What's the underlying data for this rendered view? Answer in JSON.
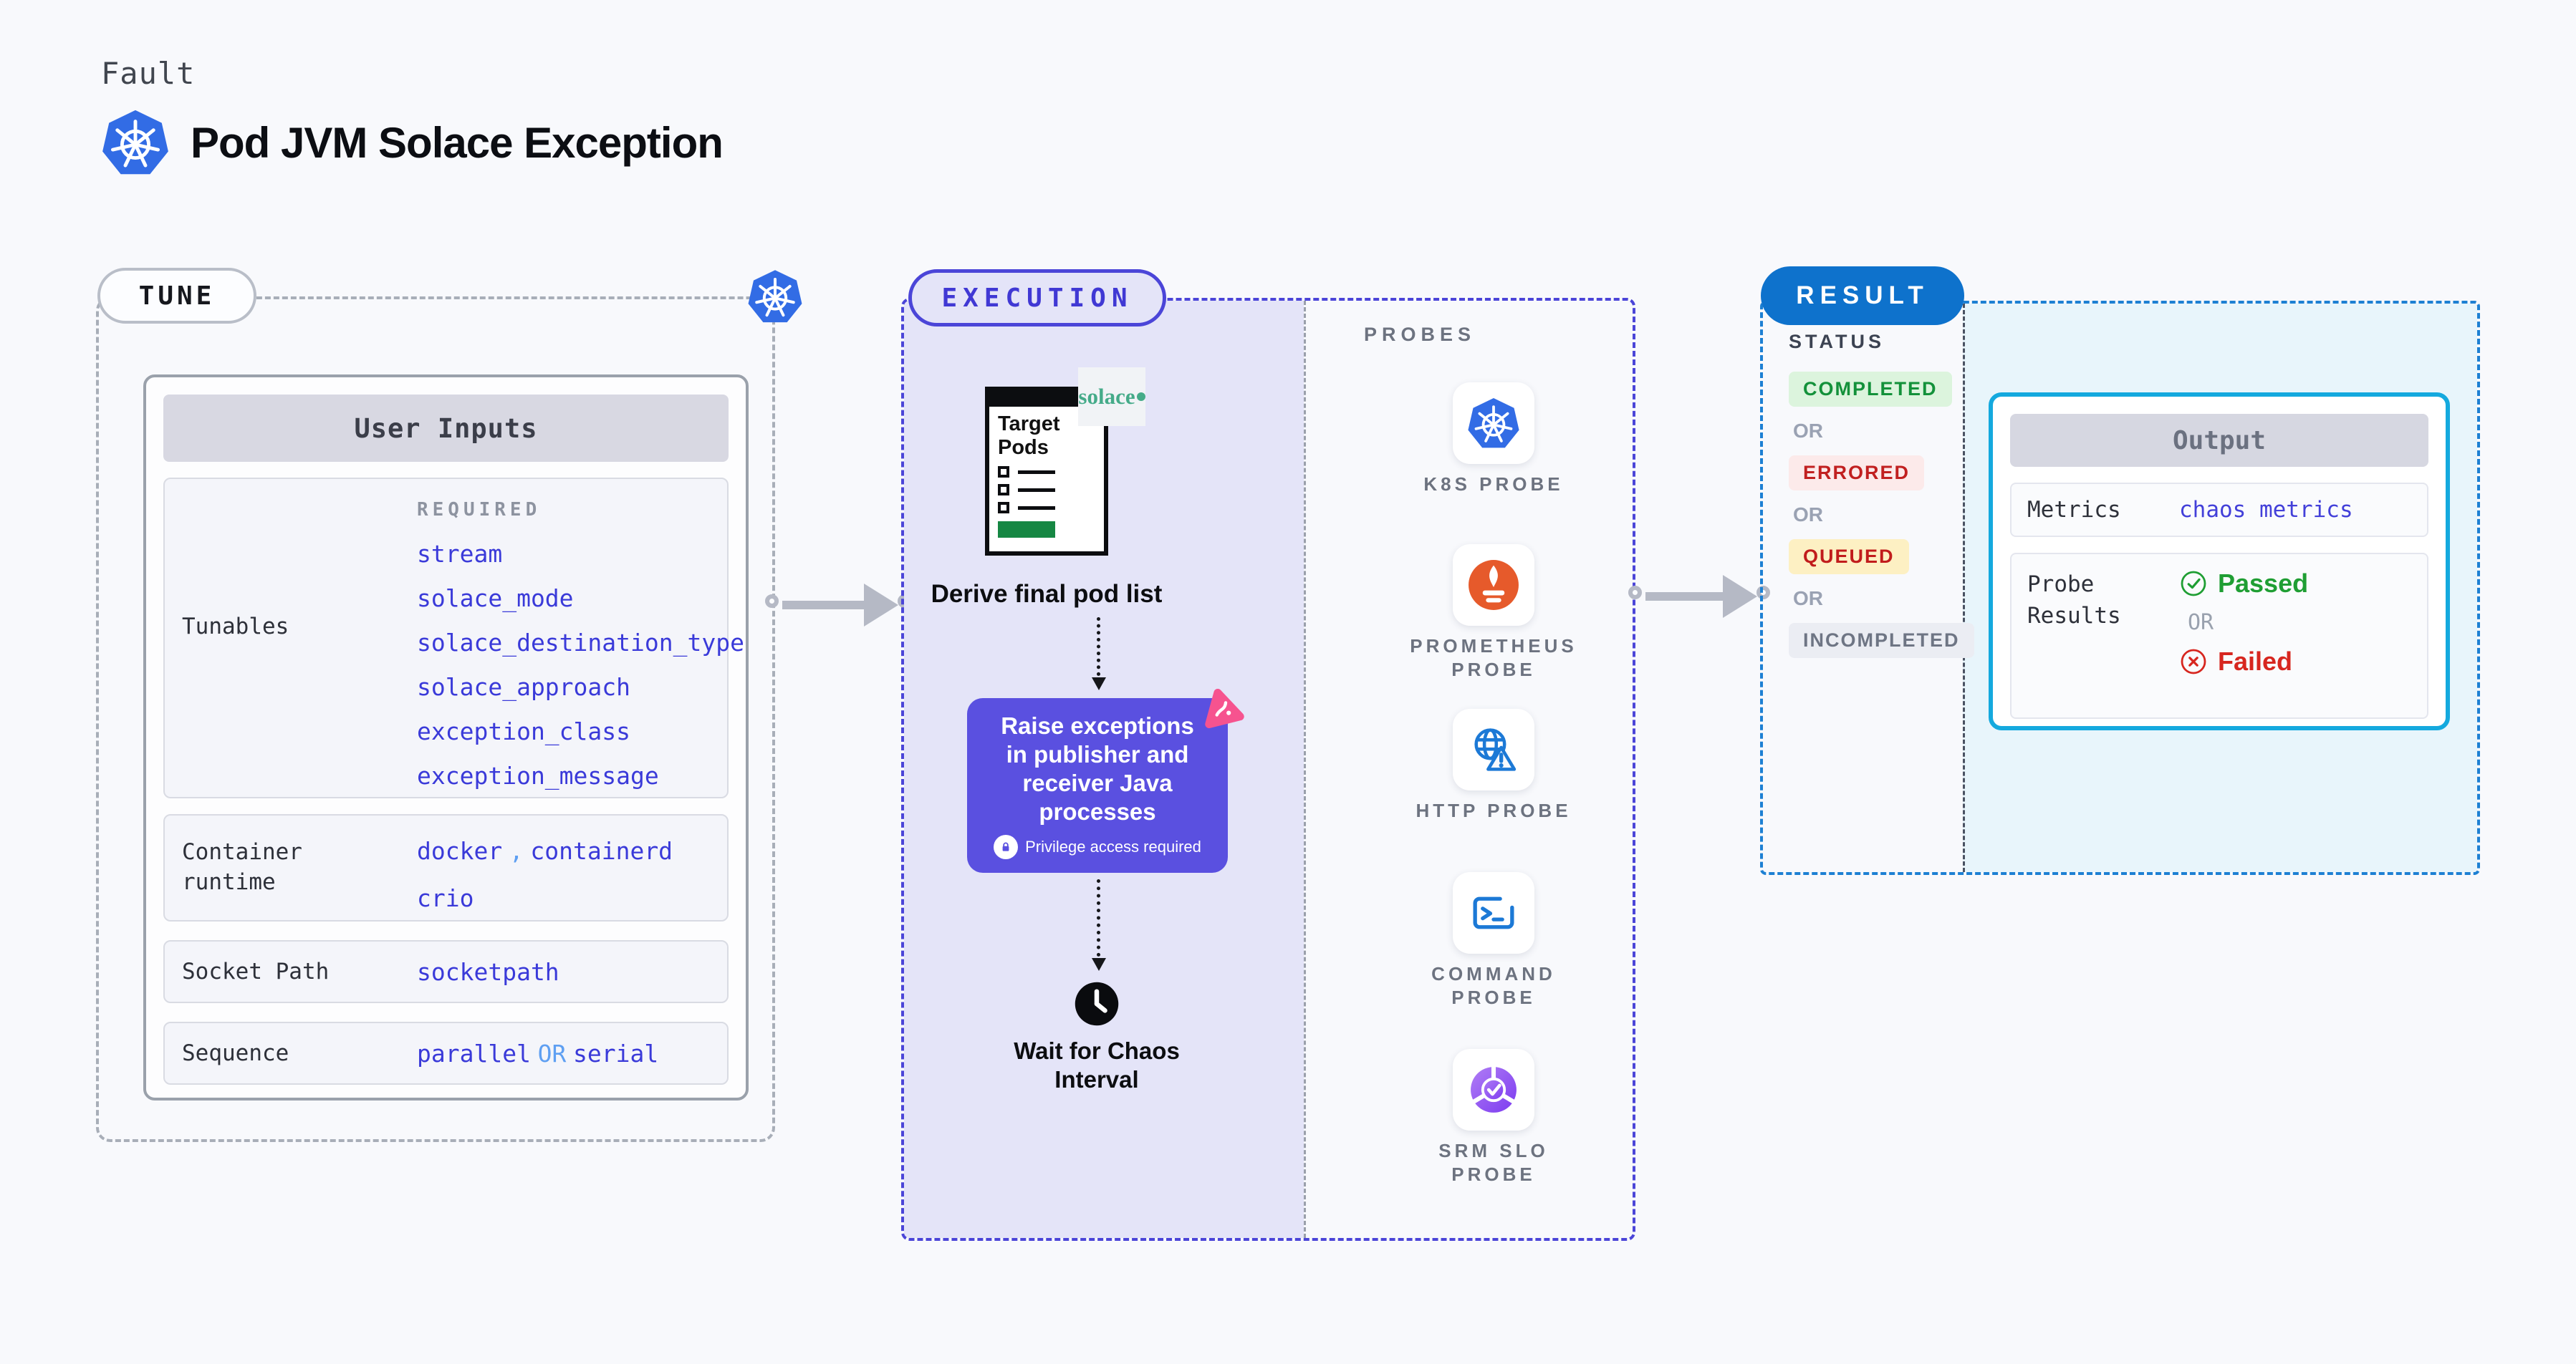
{
  "header": {
    "eyebrow": "Fault",
    "title": "Pod JVM Solace Exception"
  },
  "tune": {
    "badge": "TUNE",
    "user_inputs": {
      "title": "User Inputs",
      "tunables": {
        "label": "Tunables",
        "required": "REQUIRED",
        "values": [
          "stream",
          "solace_mode",
          "solace_destination_type",
          "solace_approach",
          "exception_class",
          "exception_message"
        ]
      },
      "container_runtime": {
        "label": "Container runtime",
        "value_1": "docker",
        "comma": ",",
        "value_2": "containerd",
        "value_3": "crio"
      },
      "socket_path": {
        "label": "Socket Path",
        "value": "socketpath"
      },
      "sequence": {
        "label": "Sequence",
        "value_1": "parallel",
        "or": "OR",
        "value_2": "serial"
      }
    }
  },
  "execution": {
    "badge": "EXECUTION",
    "target_pods": {
      "title": "Target Pods",
      "brand": "solace"
    },
    "derive_label": "Derive final pod list",
    "action": {
      "text": "Raise exceptions in publisher and receiver Java processes",
      "privilege": "Privilege access required"
    },
    "wait_label": "Wait for Chaos Interval"
  },
  "probes": {
    "heading": "PROBES",
    "items": [
      {
        "label": "K8S PROBE",
        "icon": "kubernetes-icon"
      },
      {
        "label": "PROMETHEUS PROBE",
        "icon": "prometheus-icon"
      },
      {
        "label": "HTTP PROBE",
        "icon": "globe-warning-icon"
      },
      {
        "label": "COMMAND PROBE",
        "icon": "terminal-icon"
      },
      {
        "label": "SRM SLO PROBE",
        "icon": "slo-donut-check-icon"
      }
    ]
  },
  "result": {
    "badge": "RESULT",
    "status": {
      "heading": "STATUS",
      "or": "OR",
      "items": [
        {
          "label": "COMPLETED"
        },
        {
          "label": "ERRORED"
        },
        {
          "label": "QUEUED"
        },
        {
          "label": "INCOMPLETED"
        }
      ]
    },
    "output": {
      "title": "Output",
      "metrics_label": "Metrics",
      "metrics_value": "chaos metrics",
      "probe_results_label": "Probe Results",
      "passed": "Passed",
      "or": "OR",
      "failed": "Failed"
    }
  },
  "colors": {
    "kubernetes_blue": "#326ce5",
    "execution_indigo": "#4b45d8",
    "execution_fill": "#e4e4f8",
    "action_purple": "#5a50e0",
    "chaos_pink": "#f6538f",
    "result_blue": "#0e72cc",
    "result_fill": "#e8f5fb",
    "output_border_cyan": "#14a9de",
    "value_indigo": "#3a3ad9",
    "completed_green": "#13913a",
    "errored_red": "#c12020",
    "queued_yellow_bg": "#fdf0c3",
    "passed_green": "#1f9e33",
    "failed_red": "#d7261f",
    "prometheus_orange": "#e65a2b",
    "solace_green": "#45ab89"
  }
}
